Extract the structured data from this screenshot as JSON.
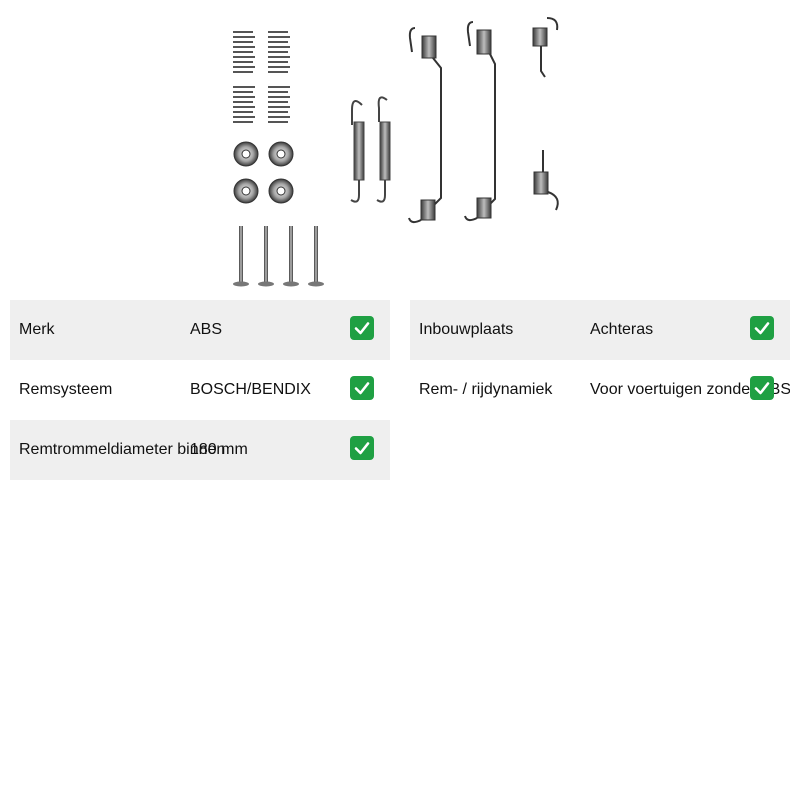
{
  "colors": {
    "row_shade": "#efefef",
    "check_green": "#1fa043"
  },
  "product_image": {
    "icon": "brake-spring-kit-photo"
  },
  "specs_left": [
    {
      "label": "Merk",
      "value": "ABS",
      "icon": "check-icon"
    },
    {
      "label": "Remsysteem",
      "value": "BOSCH/BENDIX",
      "icon": "check-icon"
    },
    {
      "label": "Remtrommeldiameter binnen",
      "value": "180 mm",
      "icon": "check-icon"
    }
  ],
  "specs_right": [
    {
      "label": "Inbouwplaats",
      "value": "Achteras",
      "icon": "check-icon"
    },
    {
      "label": "Rem- / rijdynamiek",
      "value": "Voor voertuigen zonder ABS",
      "icon": "check-icon"
    }
  ]
}
